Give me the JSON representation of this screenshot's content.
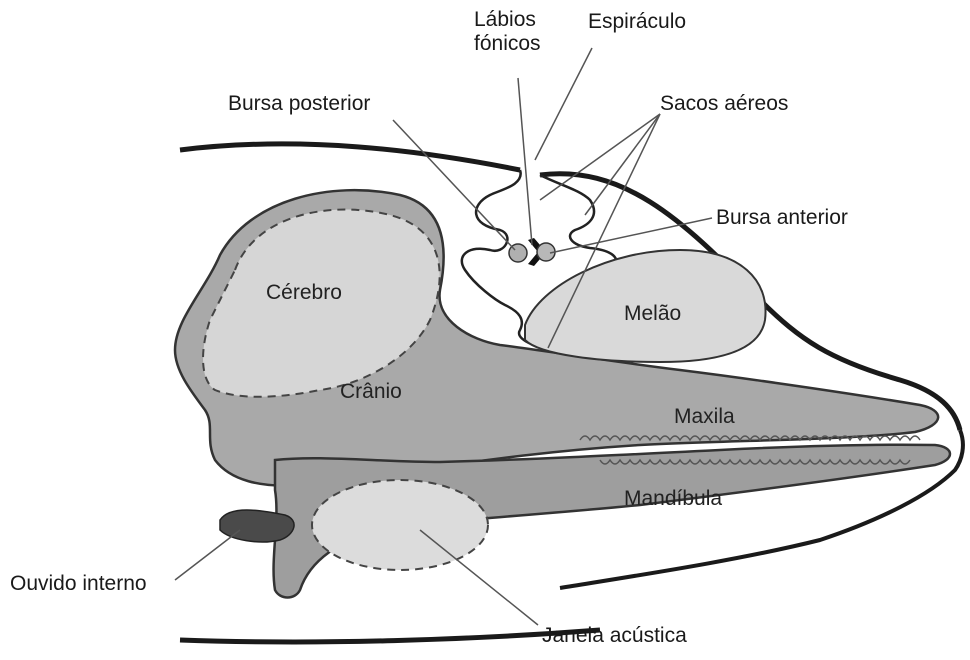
{
  "labels": {
    "labios_foncos_line1": "Lábios",
    "labios_foncos_line2": "fónicos",
    "espiraculo": "Espiráculo",
    "bursa_posterior": "Bursa posterior",
    "sacos_aereos": "Sacos aéreos",
    "bursa_anterior": "Bursa anterior",
    "cerebro": "Cérebro",
    "melao": "Melão",
    "cranio": "Crânio",
    "maxila": "Maxila",
    "mandibula": "Mandíbula",
    "ouvido_interno": "Ouvido interno",
    "janela_acustica": "Janela acústica"
  },
  "colors": {
    "skull": "#a9a9a9",
    "jaw": "#9e9e9e",
    "brain": "#d6d6d6",
    "melon": "#d9d9d9",
    "acoustic_window": "#dcdcdc",
    "inner_ear": "#4a4a4a",
    "outline": "#1a1a1a",
    "leader": "#555555"
  }
}
